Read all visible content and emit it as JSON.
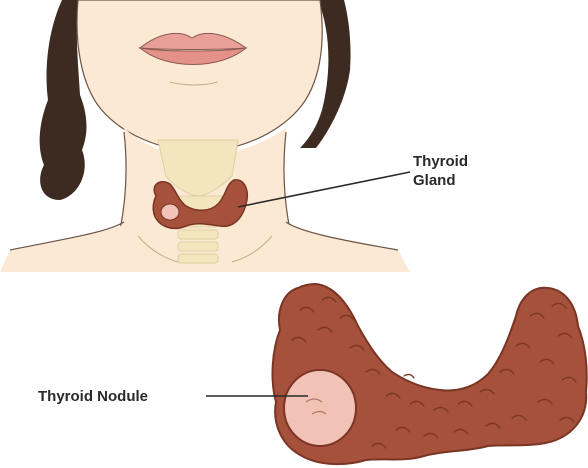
{
  "labels": {
    "gland_line1": "Thyroid",
    "gland_line2": "Gland",
    "nodule": "Thyroid Nodule"
  },
  "colors": {
    "skin": "#fbe9d3",
    "skin_outline": "#6b5446",
    "hair": "#3d2b22",
    "lips": "#e79f97",
    "cartilage": "#f3e6bf",
    "thyroid": "#a5513b",
    "thyroid_dark": "#7a3524",
    "nodule": "#f3c2b6",
    "leader_line": "#2a2a2a"
  }
}
